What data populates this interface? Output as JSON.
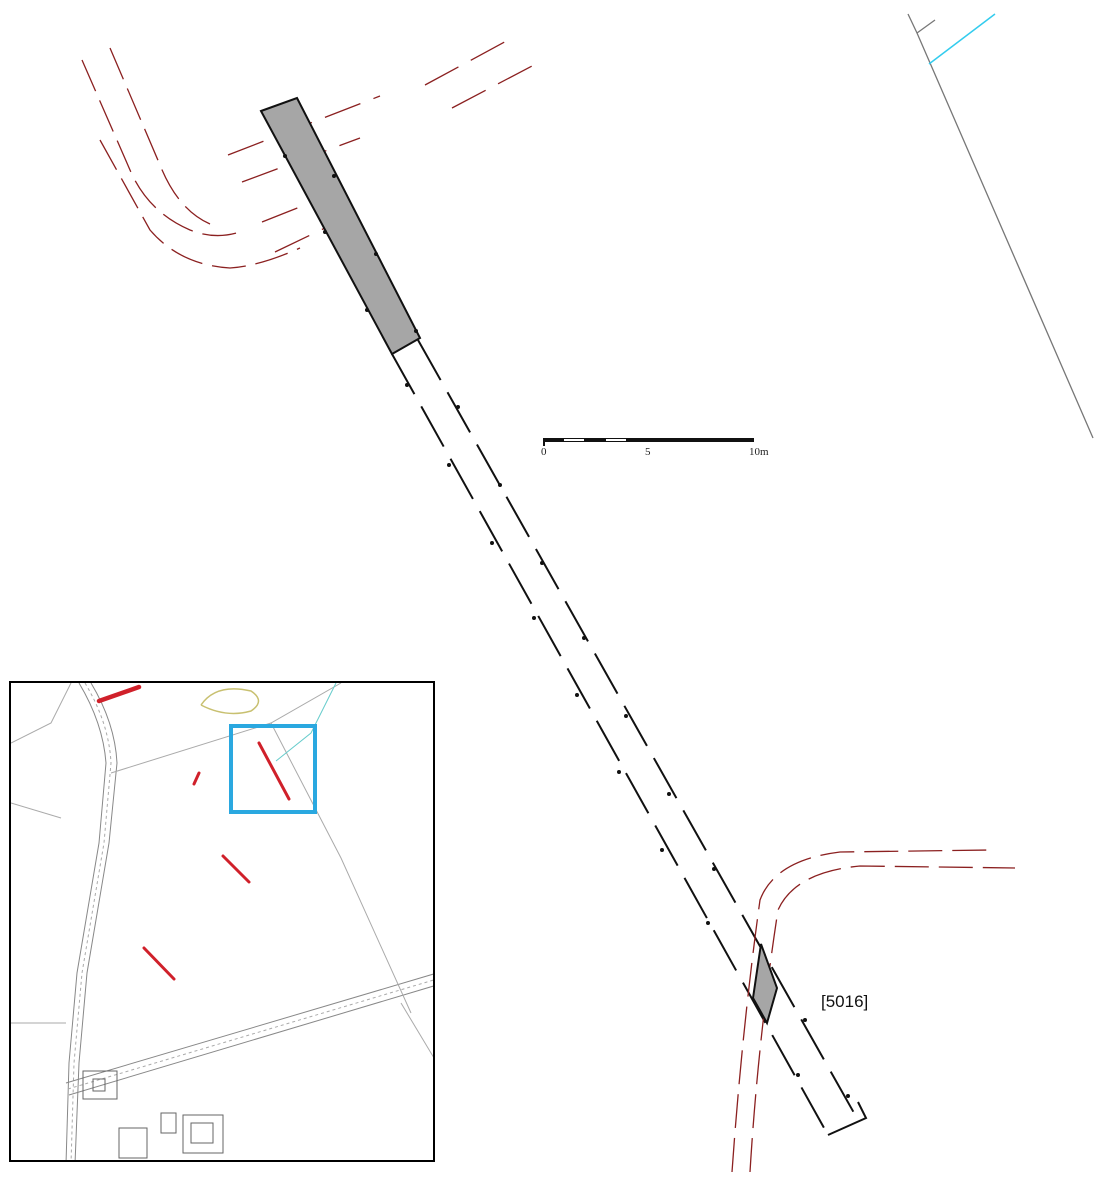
{
  "plan": {
    "feature_label": "[5016]",
    "scale_bar": {
      "labels": [
        "0",
        "5",
        "10m"
      ]
    }
  },
  "inset_map": {
    "highlight_color": "#2aa8e0",
    "trench_color": "#d0202a"
  },
  "colors": {
    "excavation_fill": "#a6a6a6",
    "ditch_line": "#8b2020",
    "water_line": "#33ccee",
    "boundary_line": "#777777"
  }
}
